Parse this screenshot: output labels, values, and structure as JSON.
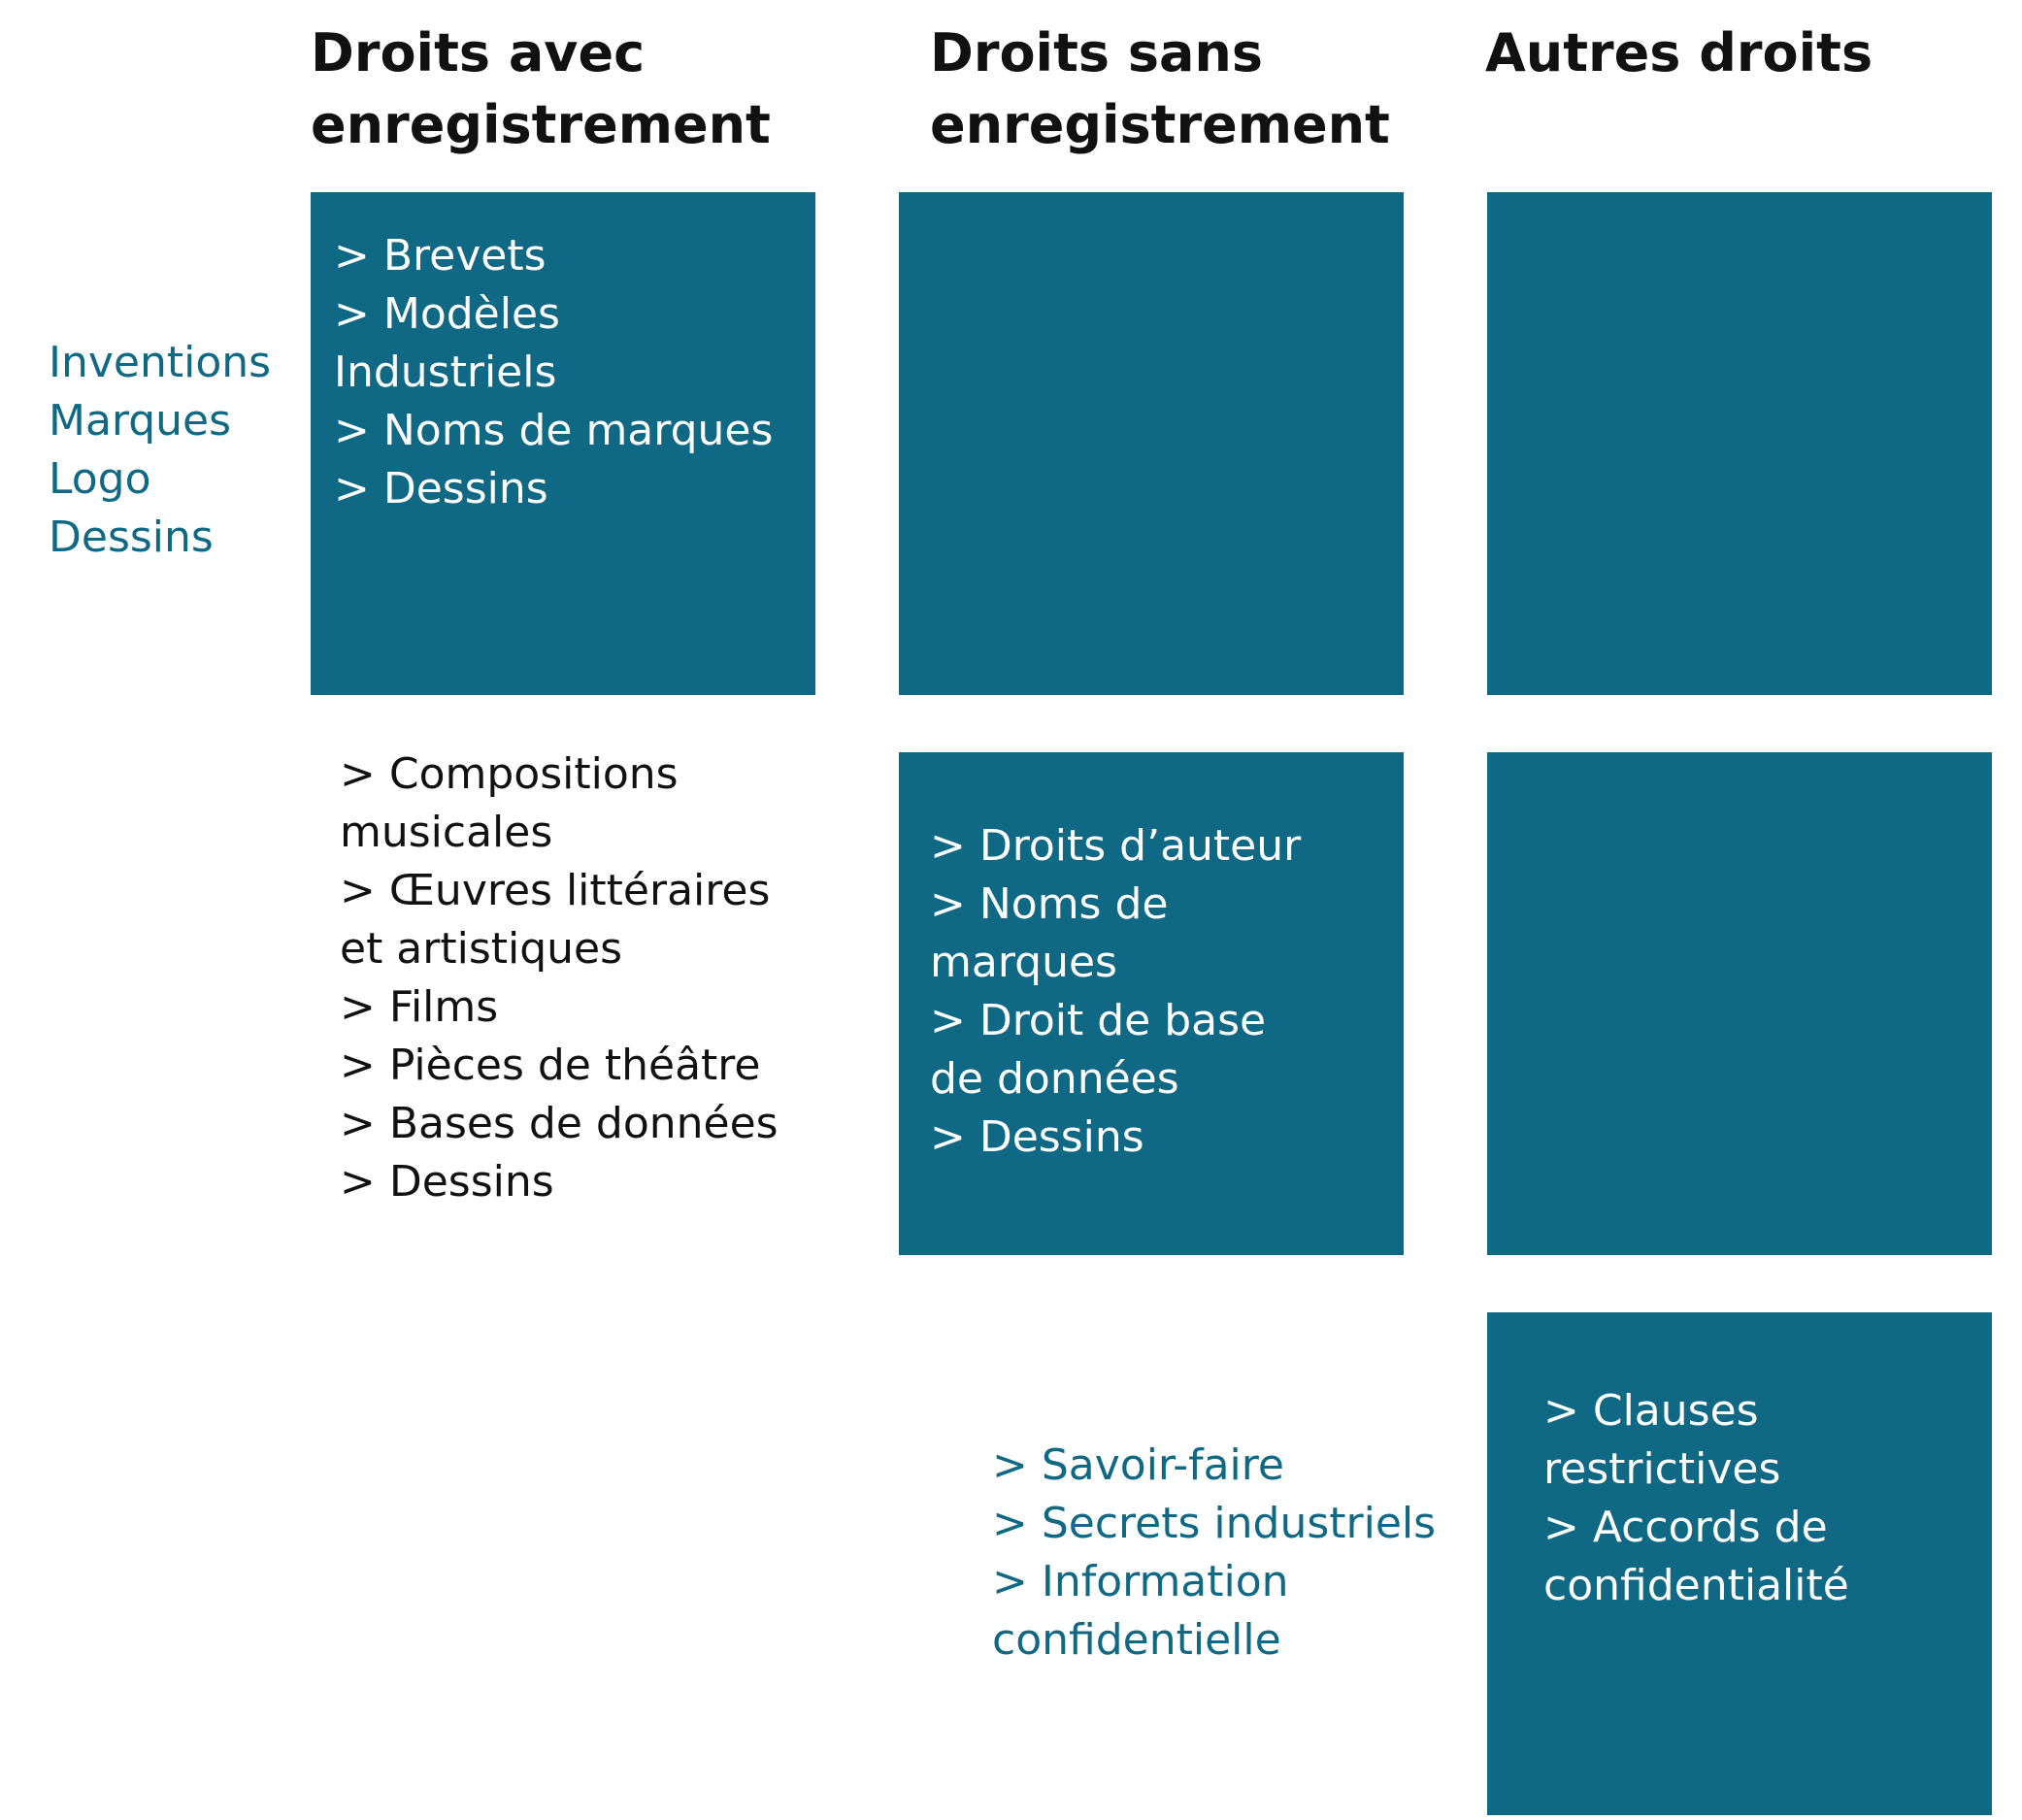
{
  "headers": {
    "col1": [
      "Droits avec",
      "enregistrement"
    ],
    "col2": [
      "Droits sans",
      "enregistrement"
    ],
    "col3": [
      "Autres droits"
    ]
  },
  "left_labels": [
    "Inventions",
    "Marques",
    "Logo",
    "Dessins"
  ],
  "row1_col1": [
    "> Brevets",
    "> Modèles",
    "Industriels",
    "> Noms de marques",
    "> Dessins"
  ],
  "row2_col1": [
    "> Compositions",
    "musicales",
    "> Œuvres littéraires",
    "et artistiques",
    "> Films",
    "> Pièces de théâtre",
    "> Bases de données",
    "> Dessins"
  ],
  "row2_col2": [
    "> Droits d’auteur",
    "> Noms de",
    "marques",
    "> Droit de base",
    "de données",
    "> Dessins"
  ],
  "row3_col2": [
    "> Savoir-faire",
    "> Secrets industriels",
    "> Information",
    "confidentielle"
  ],
  "row3_col3": [
    "> Clauses",
    "restrictives",
    "> Accords de",
    "confidentialité"
  ],
  "colors": {
    "box": "#0f6884",
    "teal_text": "#0f6884",
    "white_text": "#ffffff",
    "black_text": "#111111"
  }
}
